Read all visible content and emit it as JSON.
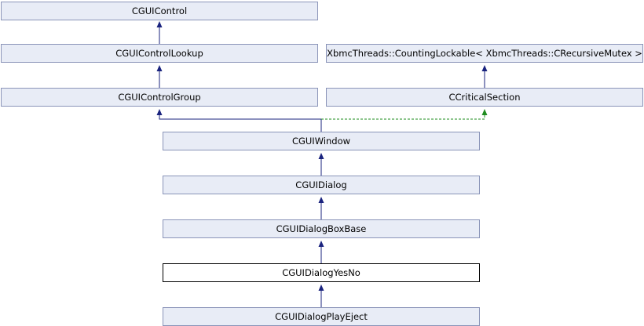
{
  "colors": {
    "node_fill": "#e8ecf6",
    "node_border": "#8a94b8",
    "current_node_fill": "#ffffff",
    "current_node_border": "#000000",
    "inheritance_edge": "#1a237e",
    "template_edge": "#1e8c1e"
  },
  "nodes": {
    "cguicontrol": "CGUIControl",
    "cguicontrollookup": "CGUIControlLookup",
    "xbmc_counting_lockable": "XbmcThreads::CountingLockable< XbmcThreads::CRecursiveMutex >",
    "cguicontrolgroup": "CGUIControlGroup",
    "ccriticalsection": "CCriticalSection",
    "cguiwindow": "CGUIWindow",
    "cguidialog": "CGUIDialog",
    "cguidialogboxbase": "CGUIDialogBoxBase",
    "cguidialogyesno": "CGUIDialogYesNo",
    "cguidialogplayeject": "CGUIDialogPlayEject"
  }
}
